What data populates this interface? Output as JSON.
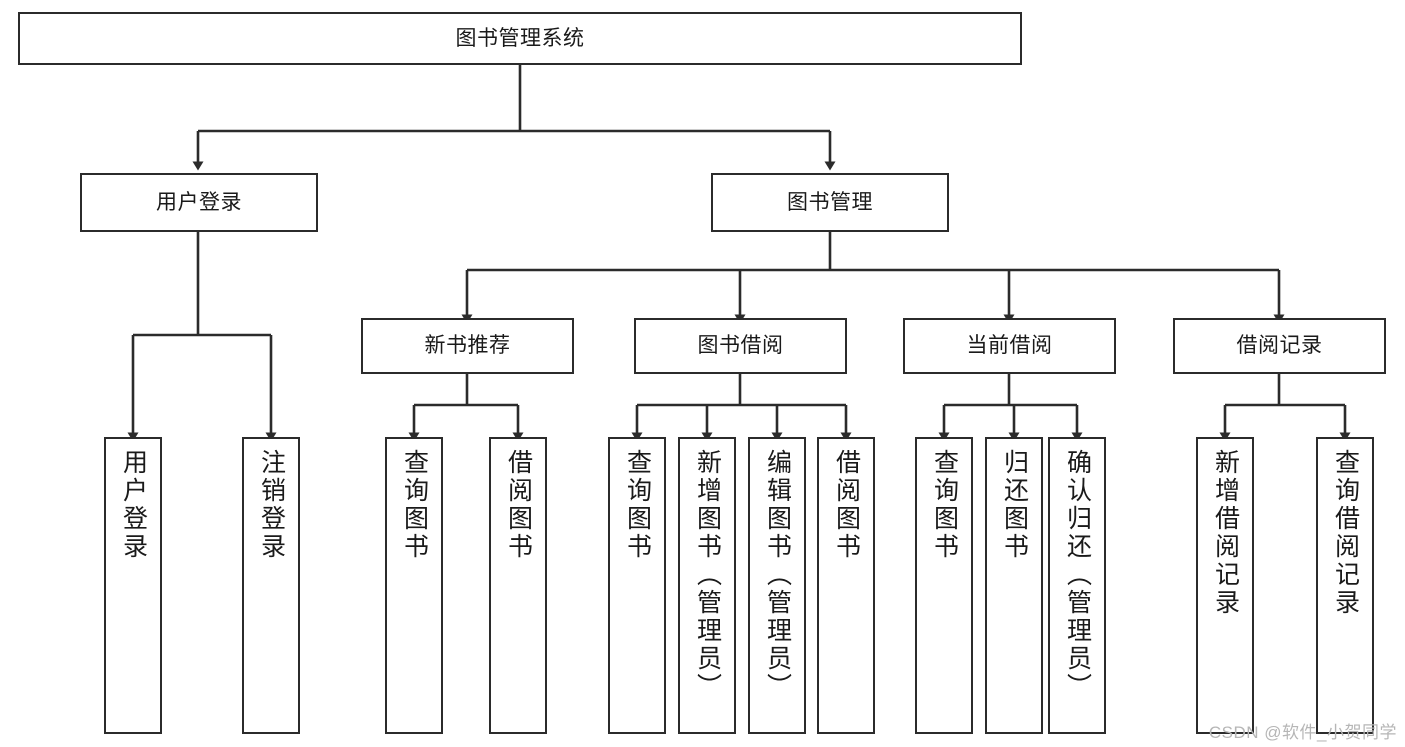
{
  "diagram": {
    "type": "tree-hierarchy-flowchart",
    "title": "图书管理系统",
    "watermark": "CSDN @软件_小贺同学",
    "colors": {
      "stroke": "#2b2b2b",
      "fill": "#ffffff",
      "text": "#1a1a1a",
      "watermark": "#b6b6b6"
    },
    "levels": {
      "root": {
        "label": "图书管理系统"
      },
      "level2": [
        {
          "id": "user-login",
          "label": "用户登录"
        },
        {
          "id": "book-manage",
          "label": "图书管理"
        }
      ],
      "level3": [
        {
          "id": "new-book-rec",
          "label": "新书推荐",
          "parent": "book-manage"
        },
        {
          "id": "book-borrow",
          "label": "图书借阅",
          "parent": "book-manage"
        },
        {
          "id": "current-borrow",
          "label": "当前借阅",
          "parent": "book-manage"
        },
        {
          "id": "borrow-record",
          "label": "借阅记录",
          "parent": "book-manage"
        }
      ],
      "leaves": [
        {
          "id": "leaf-user-login",
          "label": "用户登录",
          "parent": "user-login"
        },
        {
          "id": "leaf-user-logout",
          "label": "注销登录",
          "parent": "user-login"
        },
        {
          "id": "leaf-query-book-1",
          "label": "查询图书",
          "parent": "new-book-rec"
        },
        {
          "id": "leaf-borrow-book-1",
          "label": "借阅图书",
          "parent": "new-book-rec"
        },
        {
          "id": "leaf-query-book-2",
          "label": "查询图书",
          "parent": "book-borrow"
        },
        {
          "id": "leaf-add-book",
          "label": "新增图书（管理员）",
          "parent": "book-borrow"
        },
        {
          "id": "leaf-edit-book",
          "label": "编辑图书（管理员）",
          "parent": "book-borrow"
        },
        {
          "id": "leaf-borrow-book-2",
          "label": "借阅图书",
          "parent": "book-borrow"
        },
        {
          "id": "leaf-query-book-3",
          "label": "查询图书",
          "parent": "current-borrow"
        },
        {
          "id": "leaf-return-book",
          "label": "归还图书",
          "parent": "current-borrow"
        },
        {
          "id": "leaf-confirm-return",
          "label": "确认归还（管理员）",
          "parent": "current-borrow"
        },
        {
          "id": "leaf-add-record",
          "label": "新增借阅记录",
          "parent": "borrow-record"
        },
        {
          "id": "leaf-query-record",
          "label": "查询借阅记录",
          "parent": "borrow-record"
        }
      ]
    }
  }
}
